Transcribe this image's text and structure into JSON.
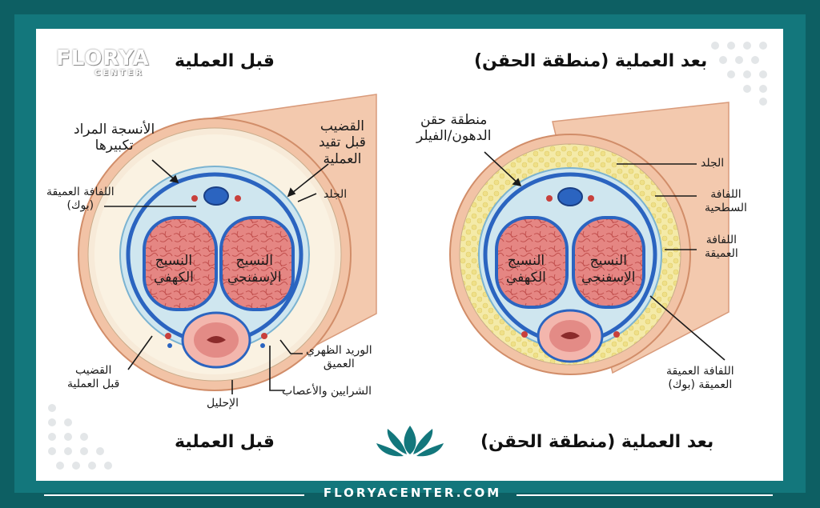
{
  "brand": {
    "logo_main": "FLORYA",
    "logo_sub": "CENTER",
    "footer_url": "FLORYACENTER.COM"
  },
  "colors": {
    "frame": "#13777c",
    "accent_blue": "#2b64c0",
    "tissue": "#e07b78",
    "fat": "#f3e7a4",
    "skin": "#f2c3a6"
  },
  "before": {
    "title_top": "قبل العملية",
    "title_bottom": "قبل العملية",
    "labels": {
      "target_tissue": "الأنسجة المراد\nتكبيرها",
      "penis_before": "القضيب\nقبل تقيد\nالعملية",
      "deep_fascia": "اللفافة العميقة\n(بوك)",
      "skin": "الجلد",
      "cavernous": "النسيج\nالكهفي",
      "spongy": "النسيج\nالإسفنجي",
      "deep_dorsal_vein": "الوريد الظهري\nالعميق",
      "penis_before_2": "القضيب\nقبل العملية",
      "arteries_nerves": "الشرايين والأعصاب",
      "urethra": "الإحليل"
    }
  },
  "after": {
    "title_top": "بعد العملية (منطقة الحقن)",
    "title_bottom": "بعد العملية (منطقة الحقن)",
    "labels": {
      "injection_zone": "منطقة حقن\nالدهون/الفيلر",
      "skin": "الجلد",
      "superficial_fascia": "اللفافة\nالسطحية",
      "deep_fascia_short": "اللفافة\nالعميقة",
      "cavernous": "النسيج\nالكهفي",
      "spongy": "النسيج\nالإسفنجي",
      "deep_fascia_buck": "اللفافة العميقة\nالعميقة (بوك)"
    }
  }
}
